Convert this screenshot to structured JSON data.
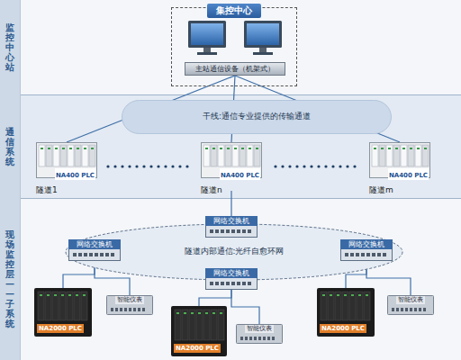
{
  "diagram": {
    "nodes": [
      {
        "text": [
          "监控中心站"
        ]
      },
      {
        "text": [
          "集控中心"
        ],
        "in": 0
      },
      {
        "text": [
          "主站通信设备（机架式）"
        ],
        "in": 1
      },
      {
        "text": [
          "通信系统"
        ]
      },
      {
        "text": [
          "干线:通信专业提供的传输通道"
        ],
        "in": 3
      },
      {
        "text": [
          "NA400 PLC",
          "隧道1"
        ],
        "in": 3
      },
      {
        "text": [
          "NA400 PLC",
          "隧道n"
        ],
        "in": 3
      },
      {
        "text": [
          "NA400 PLC",
          "隧道m"
        ],
        "in": 3
      },
      {
        "text": [
          "现场监控层——子系统"
        ]
      },
      {
        "text": [
          "隧道内部通信:光纤自愈环网"
        ],
        "in": 8
      },
      {
        "text": [
          "网络交换机"
        ],
        "in": 8
      },
      {
        "text": [
          "网络交换机"
        ],
        "in": 8
      },
      {
        "text": [
          "网络交换机"
        ],
        "in": 8
      },
      {
        "text": [
          "网络交换机"
        ],
        "in": 8
      },
      {
        "text": [
          "NA2000 PLC"
        ],
        "in": 8
      },
      {
        "text": [
          "智能仪表"
        ],
        "in": 8
      },
      {
        "text": [
          "NA2000 PLC"
        ],
        "in": 8
      },
      {
        "text": [
          "智能仪表"
        ],
        "in": 8
      },
      {
        "text": [
          "NA2000 PLC"
        ],
        "in": 8
      },
      {
        "text": [
          "智能仪表"
        ],
        "in": 8
      }
    ],
    "edges": [
      {
        "from": 2,
        "to": 5,
        "arrow": "none"
      },
      {
        "from": 2,
        "to": 6,
        "arrow": "none"
      },
      {
        "from": 2,
        "to": 7,
        "arrow": "none"
      },
      {
        "from": 6,
        "to": 10,
        "arrow": "none"
      },
      {
        "from": 11,
        "to": 14,
        "arrow": "none"
      },
      {
        "from": 11,
        "to": 15,
        "arrow": "none"
      },
      {
        "from": 12,
        "to": 16,
        "arrow": "none"
      },
      {
        "from": 12,
        "to": 17,
        "arrow": "none"
      },
      {
        "from": 13,
        "to": 18,
        "arrow": "none"
      },
      {
        "from": 13,
        "to": 19,
        "arrow": "none"
      }
    ]
  }
}
